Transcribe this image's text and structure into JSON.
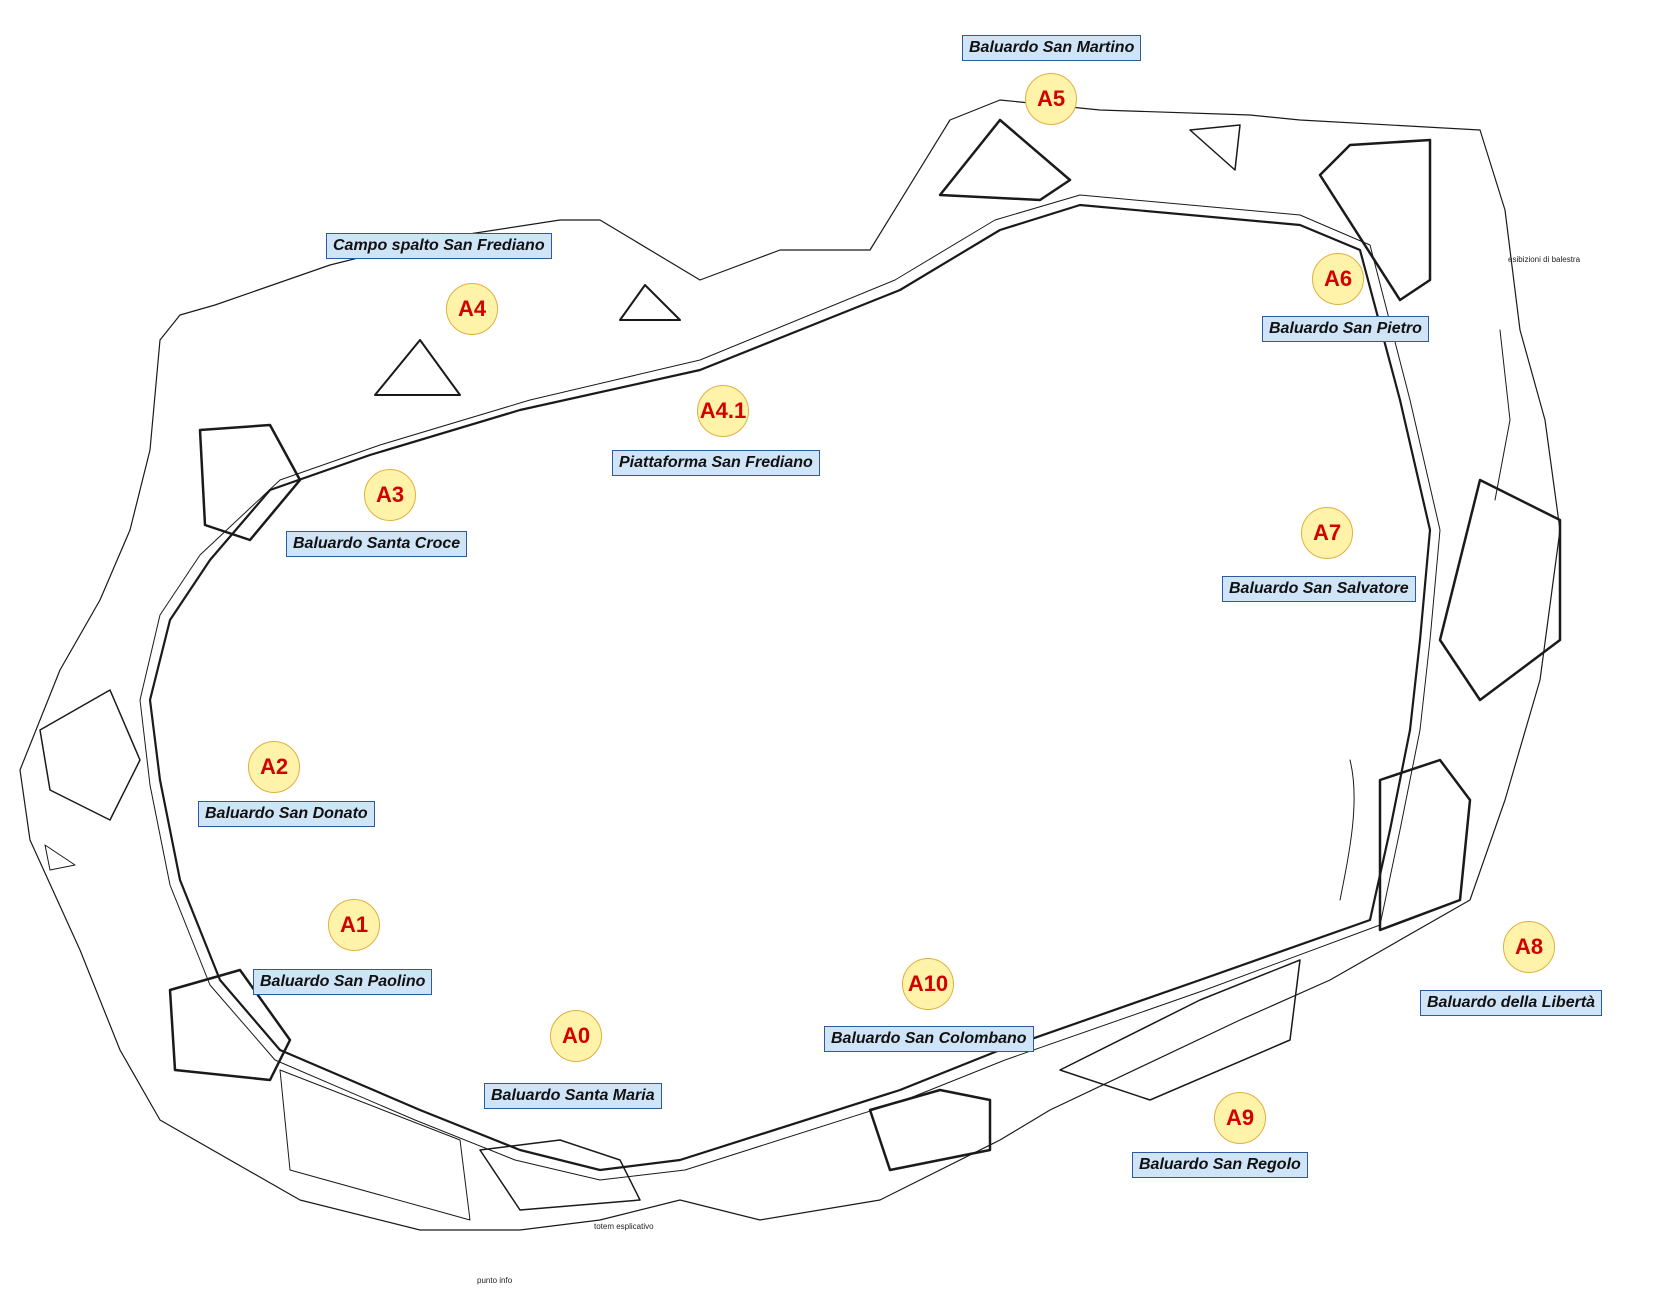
{
  "map": {
    "markers": {
      "a0": "A0",
      "a1": "A1",
      "a2": "A2",
      "a3": "A3",
      "a4": "A4",
      "a4_1": "A4.1",
      "a5": "A5",
      "a6": "A6",
      "a7": "A7",
      "a8": "A8",
      "a9": "A9",
      "a10": "A10"
    },
    "labels": {
      "san_martino": "Baluardo San Martino",
      "campo_spalto": "Campo spalto San Frediano",
      "san_pietro": "Baluardo San Pietro",
      "piattaforma": "Piattaforma San Frediano",
      "santa_croce": "Baluardo Santa Croce",
      "san_salvatore": "Baluardo San Salvatore",
      "san_donato": "Baluardo San Donato",
      "san_paolino": "Baluardo San Paolino",
      "san_colombano": "Baluardo San Colombano",
      "liberta": "Baluardo della Libertà",
      "santa_maria": "Baluardo Santa Maria",
      "san_regolo": "Baluardo San Regolo"
    },
    "notes": {
      "balestra": "esibizioni di balestra",
      "totem": "totem esplicativo",
      "punto_info": "punto info"
    },
    "colors": {
      "label_fill": "#cfe4f7",
      "label_border": "#2a5d9f",
      "marker_fill": "#fef3a8",
      "marker_text": "#d40000",
      "line": "#1a1a1a"
    }
  }
}
